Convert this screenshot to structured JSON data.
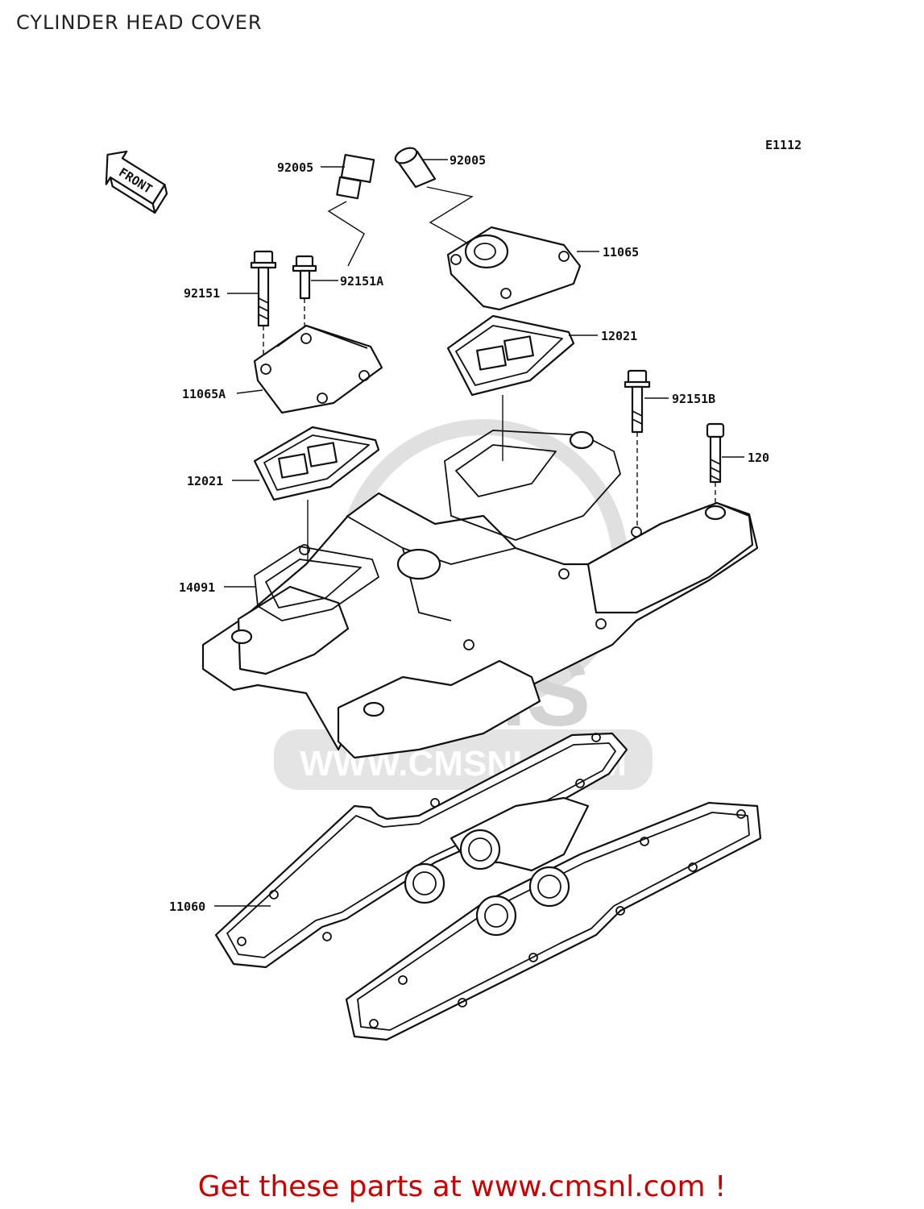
{
  "title": "CYLINDER HEAD COVER",
  "diagram_code": "E1112",
  "front_label": "FRONT",
  "watermark": {
    "text": "WWW.CMSNL.COM",
    "logo": "CMS"
  },
  "callouts": [
    {
      "id": "92005-left",
      "text": "92005"
    },
    {
      "id": "92005-right",
      "text": "92005"
    },
    {
      "id": "11065",
      "text": "11065"
    },
    {
      "id": "92151",
      "text": "92151"
    },
    {
      "id": "92151A",
      "text": "92151A"
    },
    {
      "id": "12021-right",
      "text": "12021"
    },
    {
      "id": "11065A",
      "text": "11065A"
    },
    {
      "id": "92151B",
      "text": "92151B"
    },
    {
      "id": "12021-left",
      "text": "12021"
    },
    {
      "id": "120",
      "text": "120"
    },
    {
      "id": "14091",
      "text": "14091"
    },
    {
      "id": "11060",
      "text": "11060"
    }
  ],
  "promo_text": "Get these parts at www.cmsnl.com !"
}
